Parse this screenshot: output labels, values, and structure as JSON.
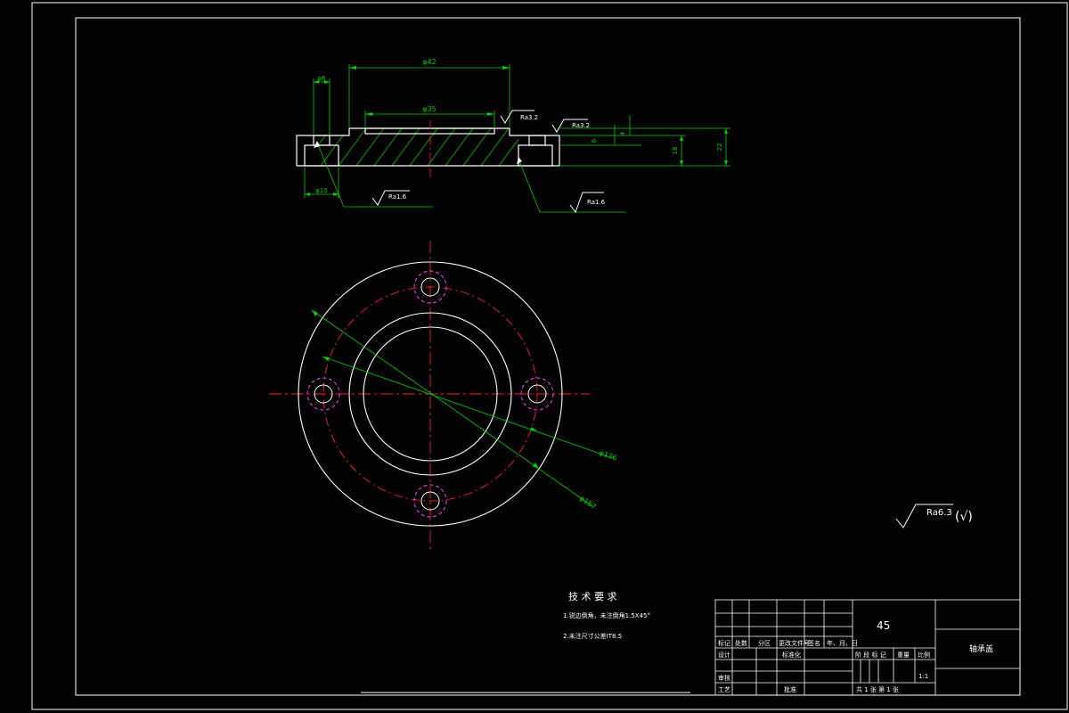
{
  "section_dims": {
    "d42": "φ42",
    "d35": "φ35",
    "d6": "φ6",
    "d10": "φ10",
    "h4": "4",
    "h6": "6",
    "h18": "18",
    "h22": "22"
  },
  "roughness": {
    "top": "Ra3.2",
    "right": "Ra3.2",
    "left_bottom": "Ra1.6",
    "right_bottom": "Ra1.6",
    "general": "Ra6.3",
    "general_suffix": "(√)"
  },
  "plan_dims": {
    "bolt_circle": "φ136",
    "outer": "φ157"
  },
  "tech_requirements": {
    "title": "技 术 要 求",
    "line1": "1.锐边倒角，未注倒角1.5X45°",
    "line2": "2.未注尺寸公差IT8.5"
  },
  "title_block": {
    "material": "45",
    "part_name": "轴承盖",
    "scale_value": "1:1",
    "sheet_info": "共 1 张   第 1 张",
    "labels": {
      "mark": "标记",
      "count": "处数",
      "zone": "分区",
      "change_doc": "更改文件号",
      "sign": "签名",
      "date": "年、月、日",
      "design": "设计",
      "standardize": "标准化",
      "stage": "阶 段 标 记",
      "weight": "重量",
      "scale": "比例",
      "review": "审核",
      "process": "工艺",
      "approve": "批准"
    }
  },
  "colors": {
    "outline": "#ffffff",
    "dimension": "#00d000",
    "center": "#ff2020",
    "hidden": "#ff40ff",
    "hatch": "#00c000"
  }
}
